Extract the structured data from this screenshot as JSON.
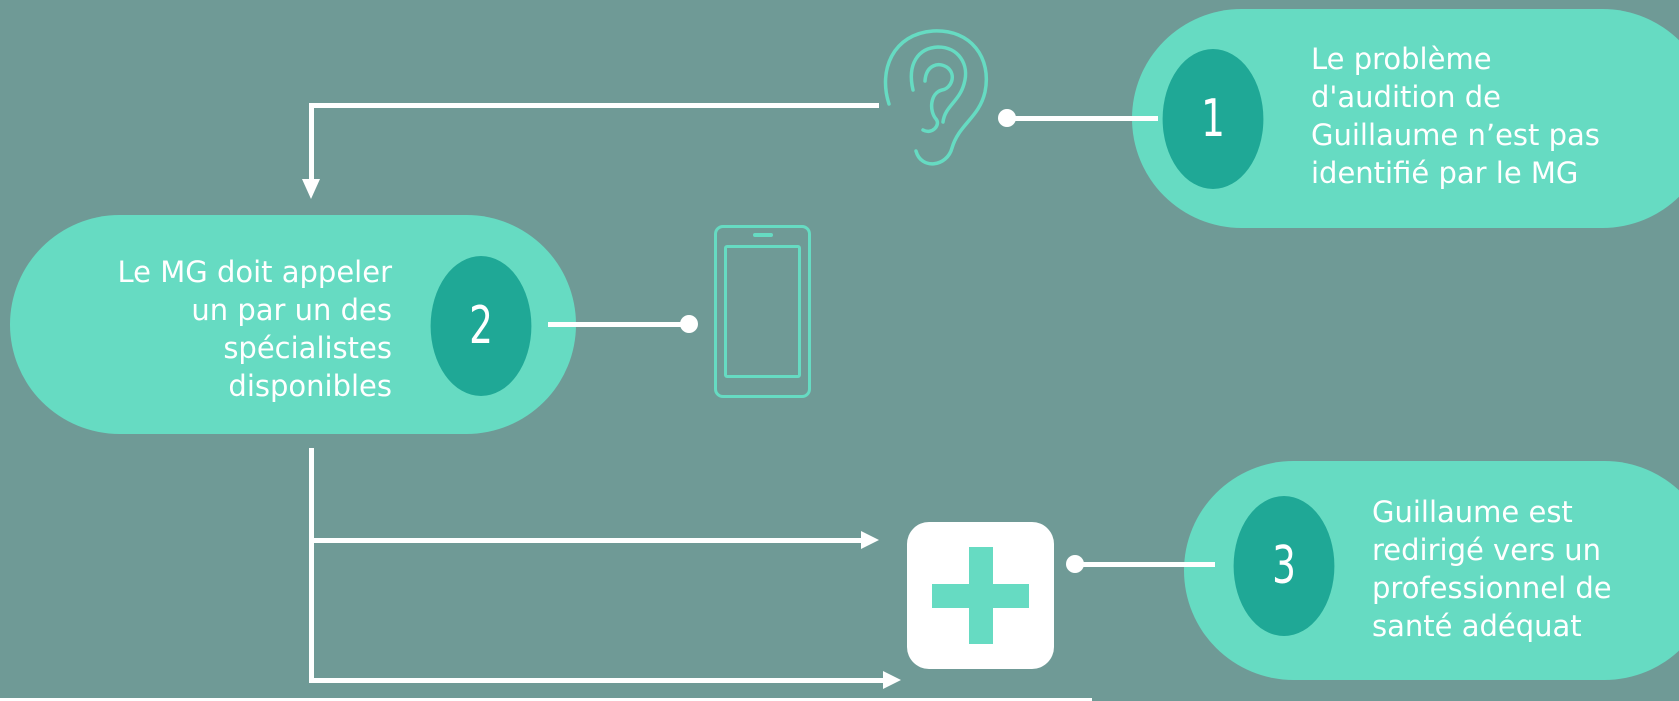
{
  "steps": [
    {
      "number": "1",
      "text": " Le problème\nd'audition de\nGuillaume n’est pas\nidentifié  par le MG"
    },
    {
      "number": "2",
      "text": "Le MG doit appeler\nun par un des\nspécialistes\ndisponibles"
    },
    {
      "number": "3",
      "text": "Guillaume est\nredirigé vers un\nprofessionnel de\nsanté adéquat"
    }
  ],
  "icons": {
    "step1": "ear-icon",
    "step2": "smartphone-icon",
    "step3": "medical-cross-icon"
  },
  "colors": {
    "background": "#6f9a96",
    "pill": "#66dbc2",
    "badge": "#1fa896",
    "line": "#ffffff"
  }
}
